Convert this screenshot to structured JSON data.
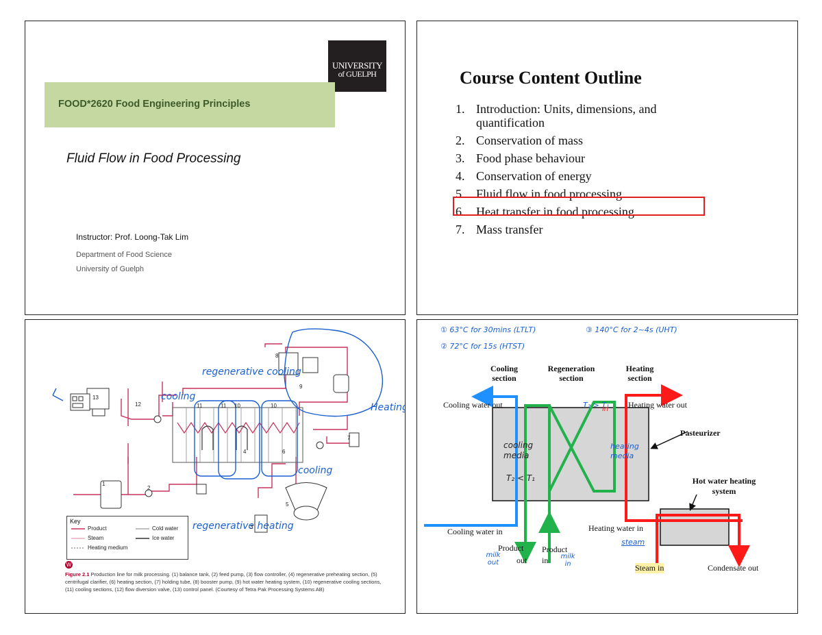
{
  "slide1": {
    "logo_line1": "UNIVERSITY",
    "logo_line2": "of GUELPH",
    "course_title": "FOOD*2620 Food Engineering Principles",
    "subtitle": "Fluid Flow in Food Processing",
    "instructor": "Instructor: Prof. Loong-Tak Lim",
    "department": "Department of Food Science",
    "university": "University of Guelph"
  },
  "slide2": {
    "title": "Course Content Outline",
    "items": [
      {
        "num": "1.",
        "text": "Introduction: Units, dimensions, and quantification"
      },
      {
        "num": "2.",
        "text": "Conservation of mass"
      },
      {
        "num": "3.",
        "text": "Food phase behaviour"
      },
      {
        "num": "4.",
        "text": "Conservation of energy"
      },
      {
        "num": "5.",
        "text": "Fluid flow in food processing"
      },
      {
        "num": "6.",
        "text": "Heat transfer in food processing"
      },
      {
        "num": "7.",
        "text": "Mass transfer"
      }
    ],
    "highlight_color": "#e02020"
  },
  "slide3": {
    "annotations": {
      "cooling_left": "cooling",
      "regenerative_cooling": "regenerative cooling",
      "heating": "Heating",
      "cooling_right": "cooling",
      "regenerative_heating": "regenerative heating"
    },
    "numbers": [
      "1",
      "2",
      "3",
      "4",
      "5",
      "6",
      "7",
      "8",
      "9",
      "10",
      "10",
      "11",
      "11",
      "12",
      "13"
    ],
    "key": {
      "title": "Key",
      "product": "Product",
      "steam": "Steam",
      "heating_medium": "Heating medium",
      "cold_water": "Cold water",
      "ice_water": "Ice water"
    },
    "badge": "W",
    "figure_label": "Figure 2.1",
    "caption": "Production line for milk processing. (1) balance tank, (2) feed pump, (3) flow controller, (4) regenerative preheating section, (5) centrifugal clarifier, (6) heating section, (7) holding tube, (8) booster pump, (9) hot water heating system, (10) regenerative cooling sections, (11) cooling sections, (12) flow diversion valve, (13) control panel. (Courtesy of Tetra Pak Processing Systems AB)",
    "colors": {
      "product": "#c8325a",
      "annotation": "#1a5fd0"
    }
  },
  "slide4": {
    "handwritten": {
      "note1": "① 63°C for 30mins (LTLT)",
      "note2": "② 72°C for 15s (HTST)",
      "note3": "③ 140°C for 2~4s (UHT)",
      "t2_gt_t1": "T₂ > T₁",
      "cooling_media": "cooling media",
      "t2_lt_t1": "T₂ < T₁",
      "heating_media": "heating media",
      "in": "in",
      "milk_out": "milk out",
      "milk_in": "milk in",
      "steam": "steam"
    },
    "labels": {
      "cooling_section": "Cooling section",
      "regeneration_section": "Regeneration section",
      "heating_section": "Heating section",
      "cooling_water_out": "Cooling water out",
      "heating_water_out": "Heating water out",
      "pasteurizer": "Pasteurizer",
      "hot_water_system": "Hot water heating system",
      "cooling_water_in": "Cooling water in",
      "heating_water_in": "Heating water in",
      "product_out_1": "Product",
      "product_out_2": "out",
      "product_in_1": "Product",
      "product_in_2": "in",
      "steam_in": "Steam in",
      "condensate_out": "Condensate out"
    },
    "colors": {
      "cooling": "#1e90ff",
      "heating": "#ff1a1a",
      "product": "#22b24c",
      "pasteurizer": "#d6d6d6",
      "handwriting": "#1a5fd0"
    }
  }
}
